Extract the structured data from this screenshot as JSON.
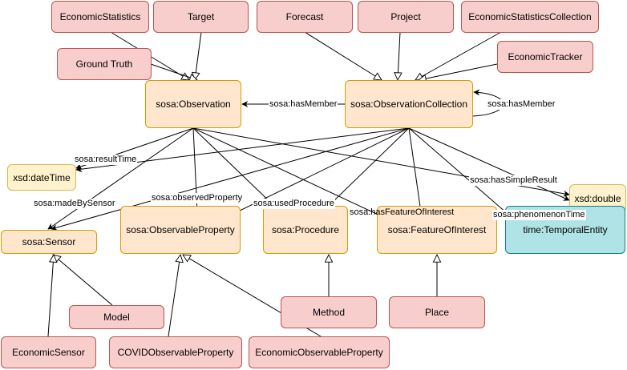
{
  "nodes": {
    "economic_statistics": "EconomicStatistics",
    "target": "Target",
    "forecast": "Forecast",
    "project": "Project",
    "economic_statistics_collection": "EconomicStatisticsCollection",
    "ground_truth": "Ground Truth",
    "economic_tracker": "EconomicTracker",
    "observation": "sosa:Observation",
    "observation_collection": "sosa:ObservationCollection",
    "datetime": "xsd:dateTime",
    "double": "xsd:double",
    "sensor": "sosa:Sensor",
    "observable_property": "sosa:ObservableProperty",
    "procedure": "sosa:Procedure",
    "feature_of_interest": "sosa:FeatureOfInterest",
    "temporal_entity": "time:TemporalEntity",
    "model": "Model",
    "method": "Method",
    "place": "Place",
    "economic_sensor": "EconomicSensor",
    "covid_observable_property": "COVIDObservableProperty",
    "economic_observable_property": "EconomicObservableProperty"
  },
  "edge_labels": {
    "has_member": "sosa:hasMember",
    "has_member_self": "sosa:hasMember",
    "result_time": "sosa:resultTime",
    "has_simple_result": "sosa:hasSimpleResult",
    "made_by_sensor": "sosa:madeBySensor",
    "observed_property": "sosa:observedProperty",
    "used_procedure": "sosa:usedProcedure",
    "has_feature_of_interest": "sosa:hasFeatureOfInterest",
    "phenomenon_time": "sosa:phenomenonTime"
  },
  "colors": {
    "subclass_fill": "#f8cecc",
    "subclass_stroke": "#b85450",
    "core_fill": "#ffe6cc",
    "core_stroke": "#d79b00",
    "literal_fill": "#fff2cc",
    "literal_stroke": "#d6b656",
    "time_fill": "#b0e3e6",
    "time_stroke": "#0e8088"
  }
}
